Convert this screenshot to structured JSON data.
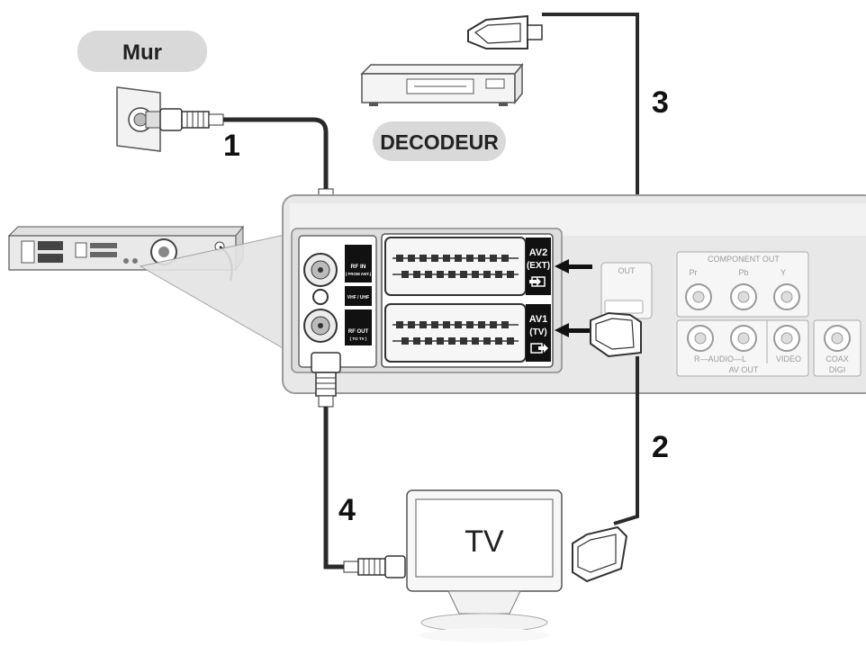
{
  "labels": {
    "wall": "Mur",
    "decoder": "DECODEUR",
    "tv": "TV"
  },
  "steps": {
    "s1": "1",
    "s2": "2",
    "s3": "3",
    "s4": "4"
  },
  "panel": {
    "rf_in_line1": "RF IN",
    "rf_in_line2": "( FROM ANT.)",
    "vhf_uhf": "VHF / UHF",
    "rf_out_line1": "RF OUT",
    "rf_out_line2": "( TO TV )",
    "av2_line1": "AV2",
    "av2_line2": "(EXT)",
    "av1_line1": "AV1",
    "av1_line2": "(TV)",
    "out_label": "OUT",
    "component_out": "COMPONENT OUT",
    "pr": "Pr",
    "pb": "Pb",
    "y": "Y",
    "audio": "R—AUDIO—L",
    "video": "VIDEO",
    "av_out": "AV OUT",
    "coax": "COAX",
    "digi": "DIGI"
  },
  "colors": {
    "cable": "#2a2a2a",
    "pill": "#d9d9d9",
    "panel_bg": "#e8e8e8",
    "panel_border": "#9a9a9a",
    "connector_block": "#111111"
  }
}
